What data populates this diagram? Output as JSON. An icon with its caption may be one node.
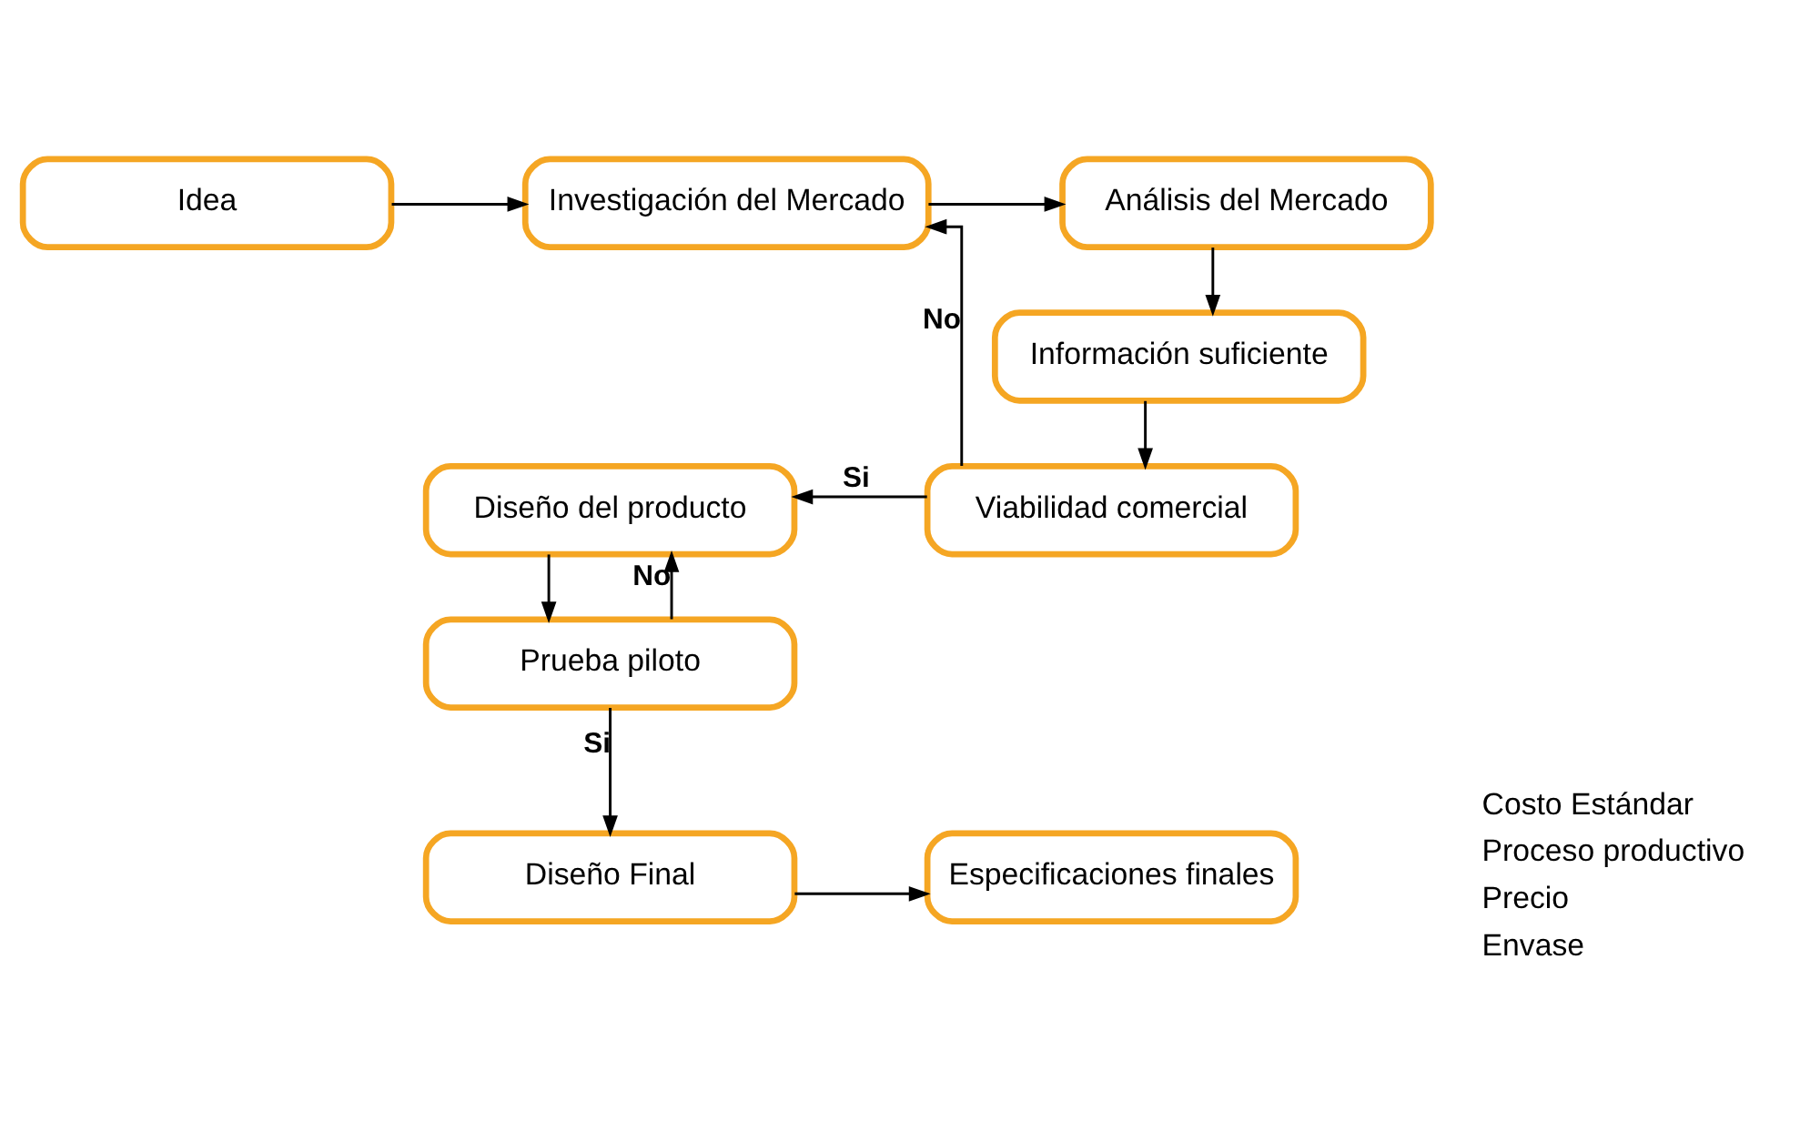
{
  "diagram": {
    "nodes": [
      {
        "text": [
          "Idea"
        ]
      },
      {
        "text": [
          "Investigación del Mercado"
        ]
      },
      {
        "text": [
          "Análisis del Mercado"
        ]
      },
      {
        "text": [
          "Información suficiente"
        ]
      },
      {
        "text": [
          "Viabilidad comercial"
        ]
      },
      {
        "text": [
          "Diseño del producto"
        ]
      },
      {
        "text": [
          "Prueba piloto"
        ]
      },
      {
        "text": [
          "Diseño Final"
        ]
      },
      {
        "text": [
          "Especificaciones finales"
        ]
      }
    ],
    "edges": [
      {
        "from": 0,
        "to": 1,
        "arrow": "to"
      },
      {
        "from": 1,
        "to": 2,
        "arrow": "to"
      },
      {
        "from": 2,
        "to": 3,
        "arrow": "to"
      },
      {
        "from": 3,
        "to": 4,
        "arrow": "to"
      },
      {
        "from": 4,
        "to": 1,
        "arrow": "to",
        "label": "No"
      },
      {
        "from": 4,
        "to": 5,
        "arrow": "to",
        "label": "Si"
      },
      {
        "from": 5,
        "to": 6,
        "arrow": "to"
      },
      {
        "from": 6,
        "to": 5,
        "arrow": "to",
        "label": "No"
      },
      {
        "from": 6,
        "to": 7,
        "arrow": "to",
        "label": "Si"
      },
      {
        "from": 7,
        "to": 8,
        "arrow": "to"
      }
    ],
    "labels": [
      "Costo Estándar",
      "Proceso productivo",
      "Precio",
      "Envase"
    ]
  }
}
